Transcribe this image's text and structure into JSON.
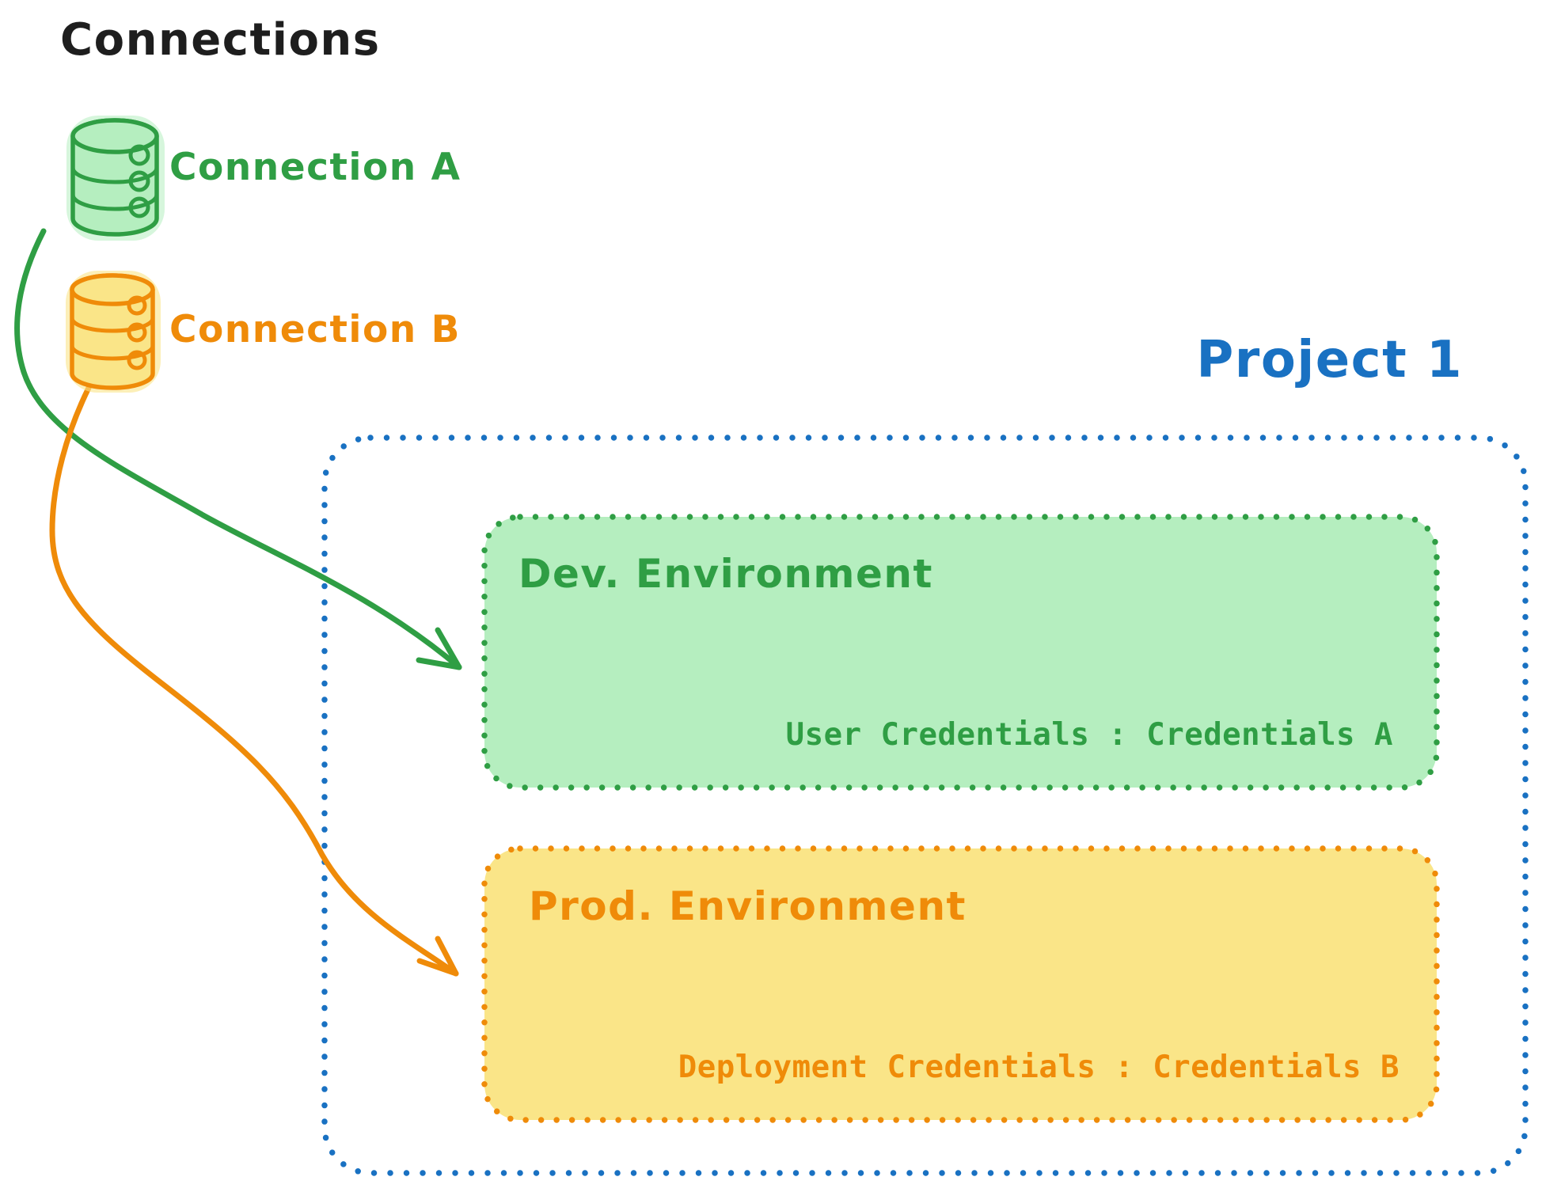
{
  "canvas_title": "Connections",
  "colors": {
    "green_stroke": "#2f9e44",
    "green_fill": "#b5eebf",
    "orange_stroke": "#ef8b09",
    "orange_fill": "#fae588",
    "blue": "#1971c2",
    "ink": "#1e1e1e"
  },
  "connections": [
    {
      "label": "Connection A",
      "color": "#2f9e44",
      "icon": "database-icon"
    },
    {
      "label": "Connection B",
      "color": "#ef8b09",
      "icon": "database-icon"
    }
  ],
  "project": {
    "title": "Project 1",
    "environments": [
      {
        "name": "Dev. Environment",
        "credentials": "User Credentials : Credentials A"
      },
      {
        "name": "Prod. Environment",
        "credentials": "Deployment Credentials : Credentials B"
      }
    ]
  }
}
